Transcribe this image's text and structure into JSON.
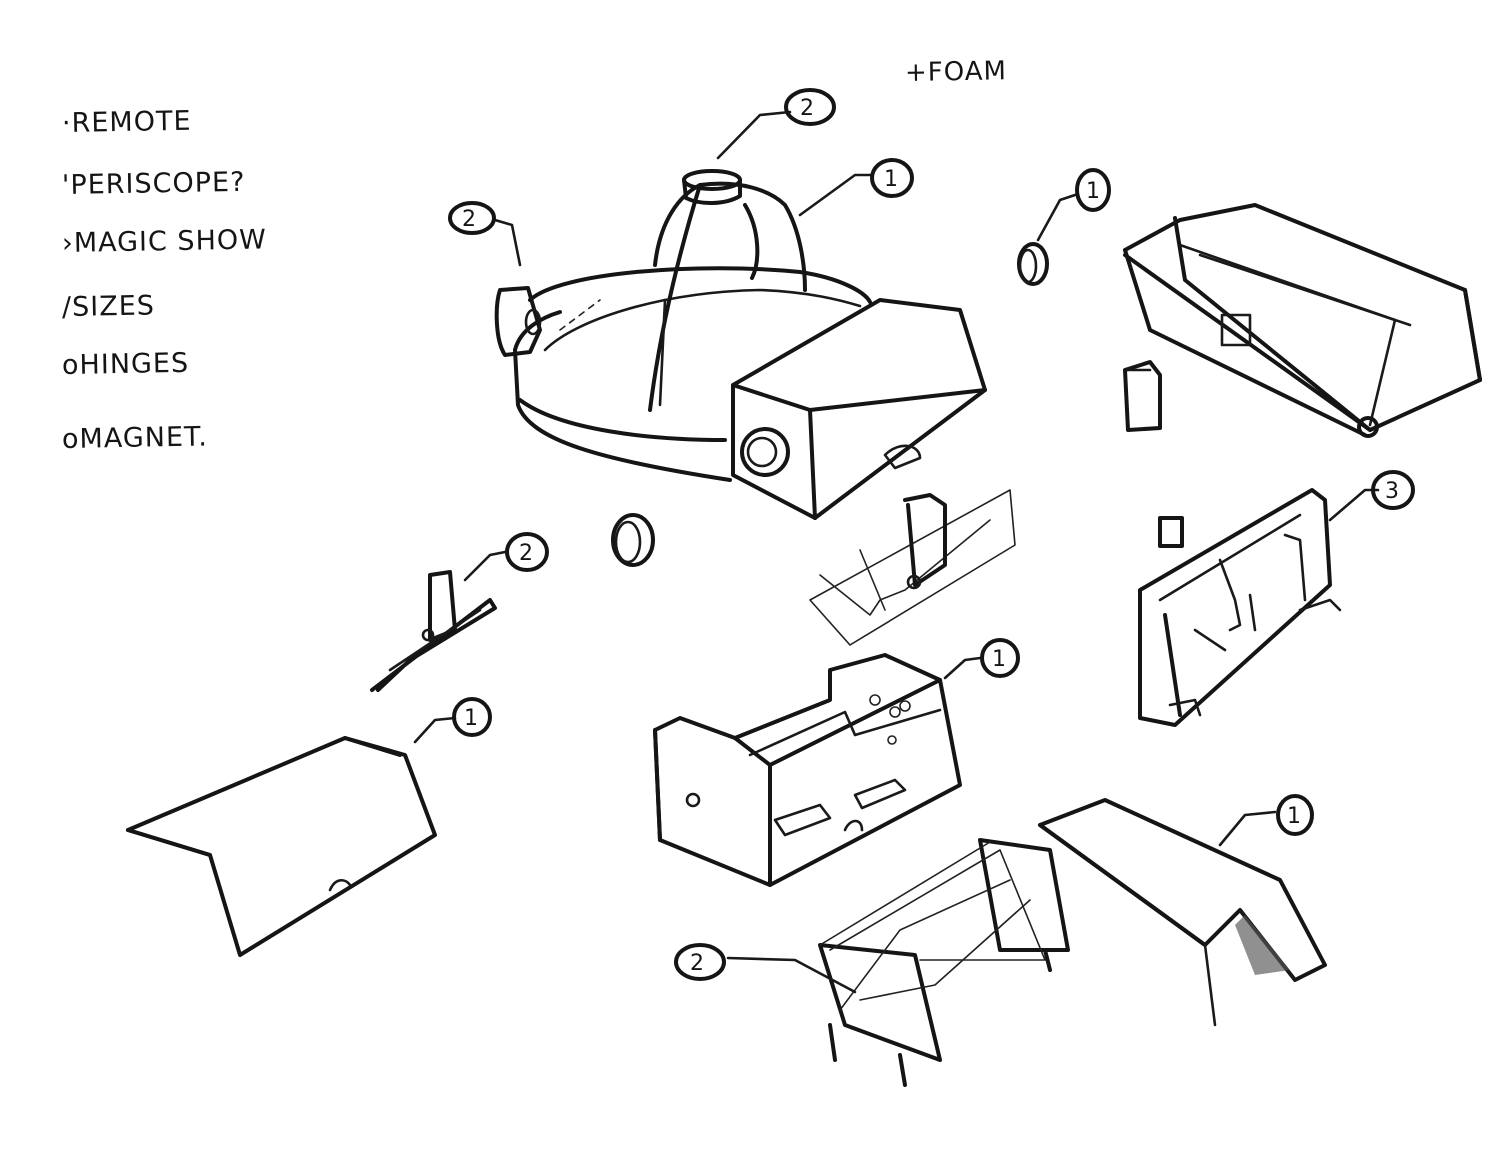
{
  "notes": {
    "header": "+FOAM",
    "items": [
      {
        "bullet": "·",
        "text": "REMOTE"
      },
      {
        "bullet": "'",
        "text": "PERISCOPE?"
      },
      {
        "bullet": "›",
        "text": "MAGIC SHOW"
      },
      {
        "bullet": "/",
        "text": "SIZES"
      },
      {
        "bullet": "o",
        "text": "HINGES"
      },
      {
        "bullet": "o",
        "text": "MAGNET."
      }
    ]
  },
  "callouts": [
    "2",
    "1",
    "2",
    "1",
    "2",
    "3",
    "1",
    "1",
    "1",
    "2"
  ],
  "colors": {
    "ink": "#151515",
    "paper": "#ffffff",
    "hatch": "#555555"
  }
}
